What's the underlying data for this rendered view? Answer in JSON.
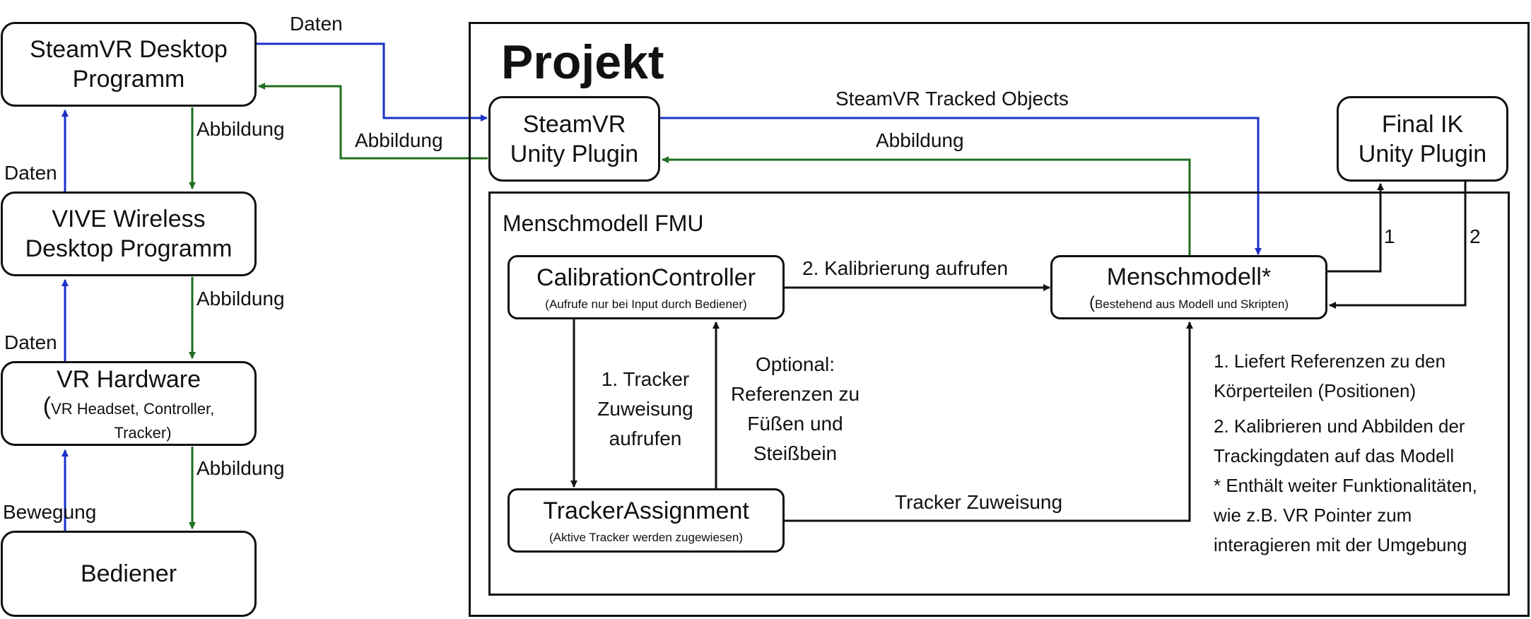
{
  "colors": {
    "blue": "#1930c8",
    "green": "#1e6e1e",
    "black": "#111111"
  },
  "project": {
    "title": "Projekt"
  },
  "fmu": {
    "title": "Menschmodell FMU"
  },
  "boxes": {
    "steamvr_desktop": {
      "line1": "SteamVR Desktop",
      "line2": "Programm"
    },
    "vive_wireless": {
      "line1": "VIVE Wireless",
      "line2": "Desktop Programm"
    },
    "vr_hardware": {
      "line1": "VR Hardware",
      "line2_paren_open": "(",
      "line2": "VR Headset, Controller,",
      "line3": "Tracker)"
    },
    "bediener": {
      "label": "Bediener"
    },
    "steamvr_plugin": {
      "line1": "SteamVR",
      "line2": "Unity Plugin"
    },
    "finalik_plugin": {
      "line1": "Final IK",
      "line2": "Unity Plugin"
    },
    "calibration": {
      "title": "CalibrationController",
      "subtitle": "(Aufrufe nur bei Input durch Bediener)"
    },
    "tracker_assignment": {
      "title": "TrackerAssignment",
      "subtitle": "(Aktive Tracker werden zugewiesen)"
    },
    "menschmodell": {
      "title": "Menschmodell*",
      "subtitle_paren": "(",
      "subtitle": "Bestehend aus Modell und Skripten)"
    }
  },
  "labels": {
    "daten_top": "Daten",
    "abbildung_desktop_to_plugin": "Abbildung",
    "abbildung_1": "Abbildung",
    "daten_1": "Daten",
    "abbildung_2": "Abbildung",
    "daten_2": "Daten",
    "abbildung_3": "Abbildung",
    "bewegung": "Bewegung",
    "tracked_objects": "SteamVR Tracked Objects",
    "abbildung_project": "Abbildung",
    "kalibrierung": "2. Kalibrierung aufrufen",
    "tracker_zuweisung": "Tracker Zuweisung",
    "ik_1": "1",
    "ik_2": "2",
    "tracker_call": [
      "1. Tracker",
      "Zuweisung",
      "aufrufen"
    ],
    "optional": [
      "Optional:",
      "Referenzen zu",
      "Füßen und",
      "Steißbein"
    ]
  },
  "notes": [
    "1. Liefert Referenzen zu den",
    "Körperteilen (Positionen)",
    "2. Kalibrieren und Abbilden der",
    "Trackingdaten auf das Modell",
    "* Enthält weiter Funktionalitäten,",
    "wie z.B. VR Pointer zum",
    "interagieren mit der Umgebung"
  ]
}
